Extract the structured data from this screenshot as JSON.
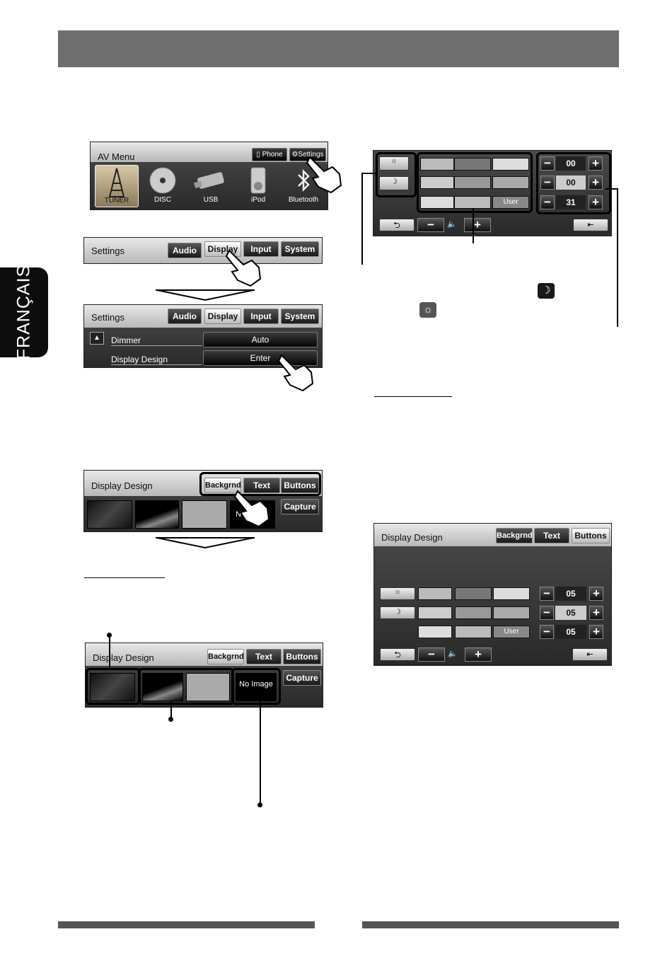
{
  "side_tab": {
    "label": "FRANÇAIS"
  },
  "av_menu": {
    "title": "AV Menu",
    "phone_label": "Phone",
    "settings_label": "Settings",
    "items": [
      {
        "label": "TUNER",
        "icon": "tuner-tower-icon"
      },
      {
        "label": "DISC",
        "icon": "disc-icon"
      },
      {
        "label": "USB",
        "icon": "usb-stick-icon"
      },
      {
        "label": "iPod",
        "icon": "ipod-icon"
      },
      {
        "label": "Bluetooth",
        "icon": "bluetooth-icon"
      }
    ]
  },
  "settings_tabs": {
    "title": "Settings",
    "tabs": [
      "Audio",
      "Display",
      "Input",
      "System"
    ]
  },
  "settings_display": {
    "title": "Settings",
    "tabs": [
      "Audio",
      "Display",
      "Input",
      "System"
    ],
    "rows": [
      {
        "label": "Dimmer",
        "value": "Auto"
      },
      {
        "label": "Display Design",
        "value": "Enter"
      }
    ]
  },
  "display_design_1": {
    "title": "Display Design",
    "tabs": [
      "Backgrnd",
      "Text",
      "Buttons"
    ],
    "capture_label": "Capture",
    "no_image_label": "No Image"
  },
  "display_design_2": {
    "title": "Display Design",
    "tabs": [
      "Backgrnd",
      "Text",
      "Buttons"
    ],
    "capture_label": "Capture",
    "no_image_label": "No Image"
  },
  "color_adjust": {
    "user_label": "User",
    "rgb_values": [
      "00",
      "00",
      "31"
    ]
  },
  "display_design_buttons": {
    "title": "Display Design",
    "tabs": [
      "Backgrnd",
      "Text",
      "Buttons"
    ],
    "user_label": "User",
    "rgb_values": [
      "05",
      "05",
      "05"
    ]
  },
  "colors": {
    "header": "#6e6e6e",
    "side_tab": "#0d0d0d",
    "footer": "#555555"
  }
}
